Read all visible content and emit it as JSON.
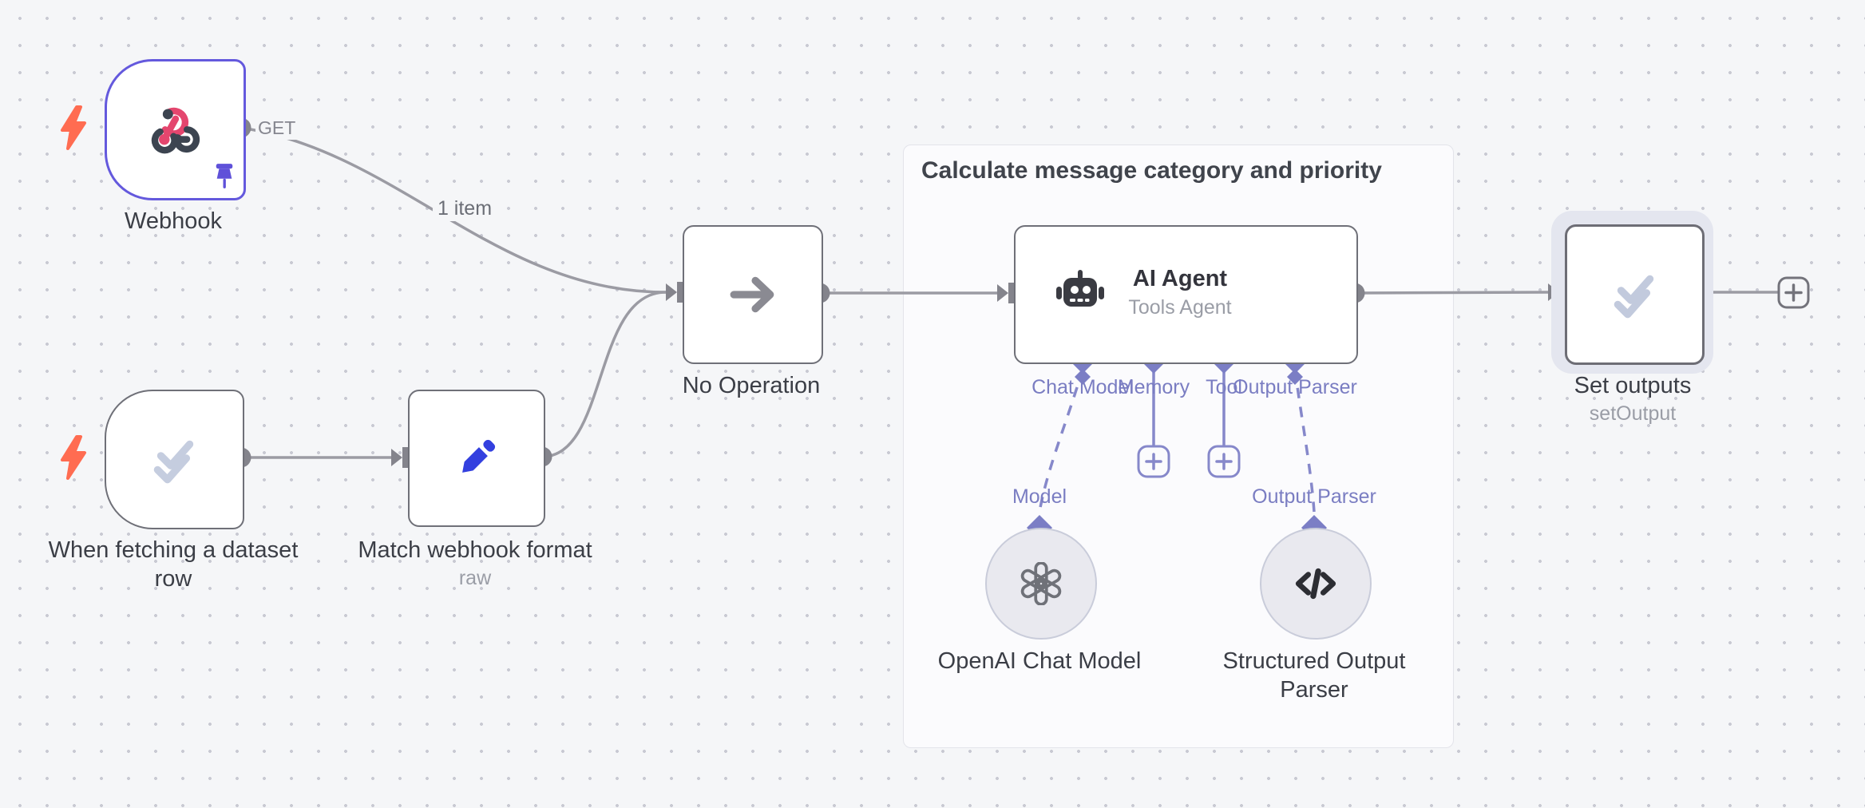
{
  "app": "n8n-workflow-canvas",
  "group": {
    "title": "Calculate message category and priority"
  },
  "nodes": {
    "webhook": {
      "label": "Webhook",
      "output_label": "GET",
      "icon": "webhook-icon",
      "pinned": true
    },
    "dataset_trigger": {
      "lines": [
        "When fetching a dataset",
        "row"
      ],
      "icon": "double-check-icon"
    },
    "match_format": {
      "label": "Match webhook format",
      "subtitle": "raw",
      "icon": "pencil-icon"
    },
    "no_operation": {
      "label": "No Operation",
      "icon": "arrow-right-icon"
    },
    "agent": {
      "title": "AI Agent",
      "subtitle": "Tools Agent",
      "icon": "robot-icon",
      "ports": [
        {
          "label": "Chat Model"
        },
        {
          "label": "Memory"
        },
        {
          "label": "Tool"
        },
        {
          "label": "Output Parser"
        }
      ]
    },
    "openai_model": {
      "label": "OpenAI Chat Model",
      "port_label": "Model",
      "icon": "openai-icon"
    },
    "structured_parser": {
      "lines": [
        "Structured Output",
        "Parser"
      ],
      "port_label": "Output Parser",
      "icon": "code-icon"
    },
    "set_outputs": {
      "label": "Set outputs",
      "subtitle": "setOutput",
      "icon": "double-check-icon",
      "selected": true
    }
  },
  "connections": {
    "webhook_to_noop_label": "1 item"
  },
  "colors": {
    "canvas_bg": "#f5f6f8",
    "node_border": "#6f7078",
    "webhook_border": "#6459dd",
    "wire_gray": "#9b9ba3",
    "connector_gray": "#84848c",
    "port_purple": "#7b7ec5",
    "wire_purple": "#8688ca",
    "trigger_bolt": "#ff6c51",
    "pencil_blue": "#3340df",
    "webhook_pink": "#e4466e",
    "icon_dark": "#3a3b42",
    "check_gray": "#c5cddf"
  }
}
